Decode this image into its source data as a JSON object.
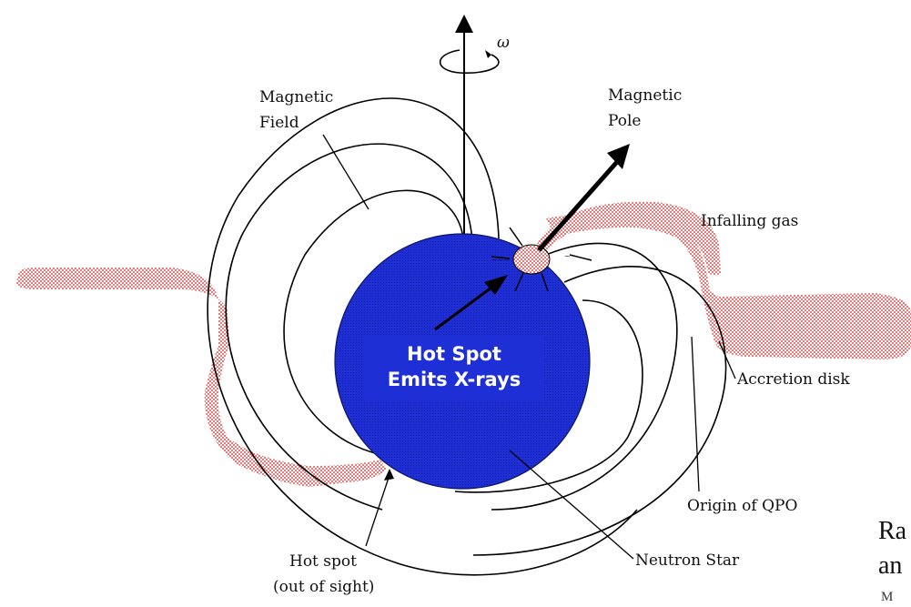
{
  "diagram": {
    "labels": {
      "omega": "ω",
      "magnetic_field": [
        "Magnetic",
        "Field"
      ],
      "magnetic_pole": [
        "Magnetic",
        "Pole"
      ],
      "infalling_gas": "Infalling gas",
      "accretion_disk": "Accretion disk",
      "origin_qpo": "Origin of QPO",
      "neutron_star": "Neutron Star",
      "hot_spot_far": [
        "Hot spot",
        "(out of sight)"
      ],
      "hot_spot_emits": [
        "Hot Spot",
        "Emits X-rays"
      ]
    },
    "cut_off_text": [
      "Ra",
      "an",
      "M"
    ],
    "colors": {
      "star": "#1f2fd6",
      "gas": "#e86a6a",
      "line": "#000000",
      "hot_spot_fill": "#ffffff"
    }
  }
}
